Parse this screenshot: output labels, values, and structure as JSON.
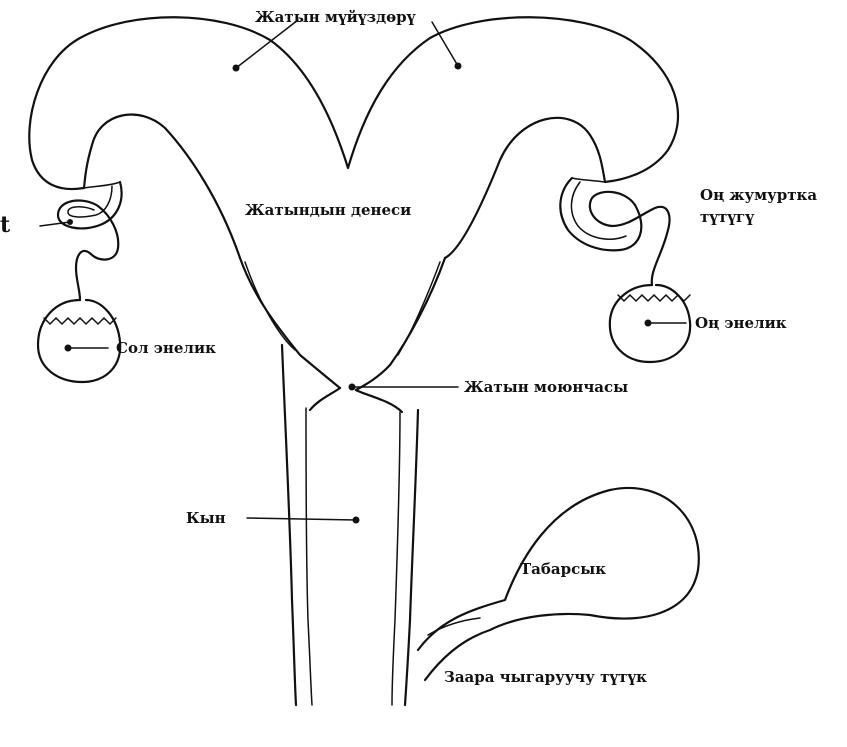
{
  "labels": {
    "horns": "Жатын мүйүздөрү",
    "uterus_body": "Жатындын денеси",
    "right_oviduct_line1": "Оң жумуртка",
    "right_oviduct_line2": "түтүгү",
    "right_ovary": "Оң энелик",
    "left_ovary": "Сол энелик",
    "cervix": "Жатын моюнчасы",
    "vagina": "Кын",
    "bladder": "Табарсык",
    "urethra": "Заара чыгаруучу түтүк",
    "edge_fragment": "t"
  },
  "colors": {
    "ink": "#111111",
    "background": "#ffffff"
  }
}
